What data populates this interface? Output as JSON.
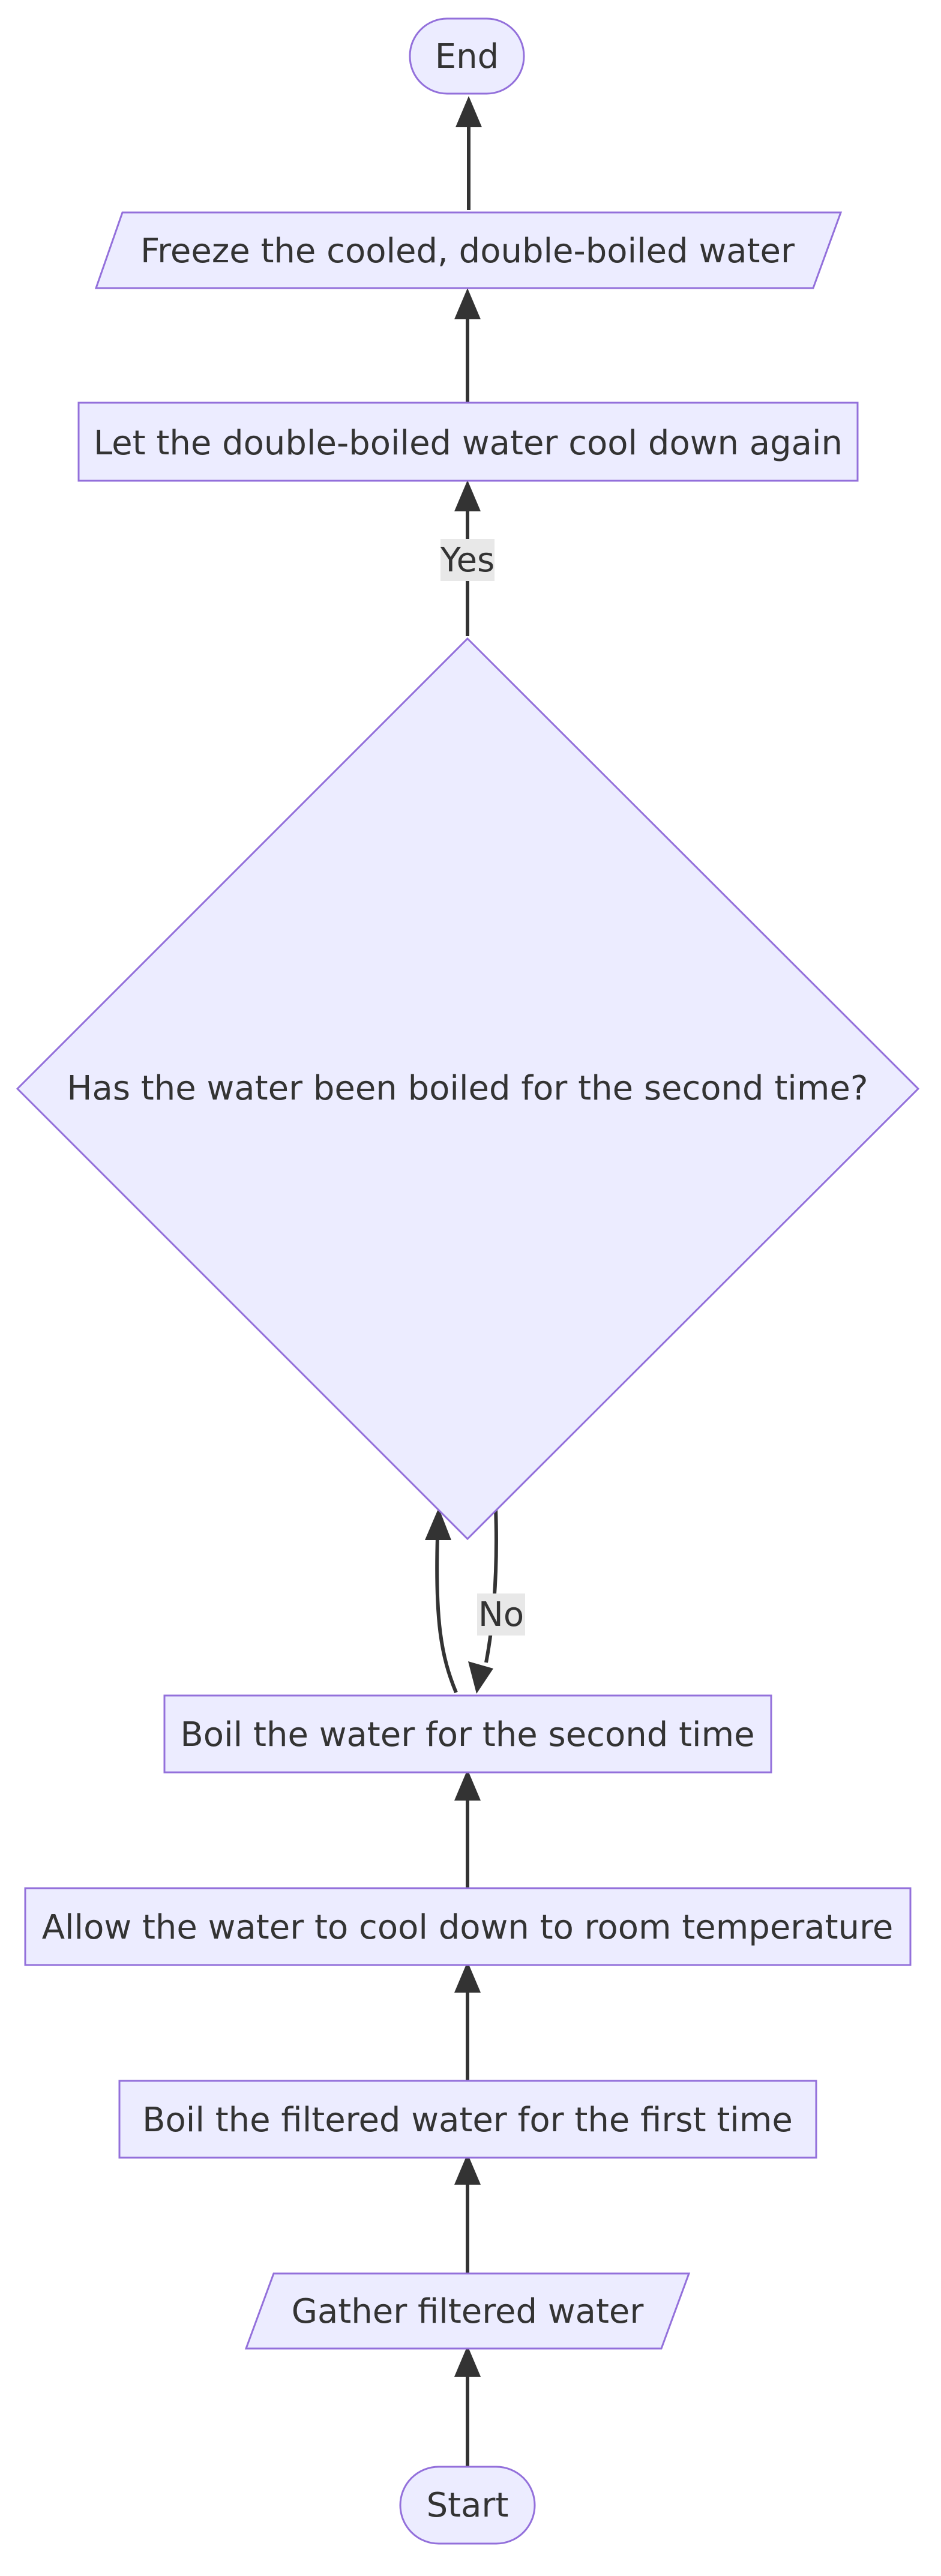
{
  "diagram": {
    "nodes": {
      "end": "End",
      "freeze": "Freeze the cooled, double-boiled water",
      "cool_again": "Let the double-boiled water cool down again",
      "decision": "Has the water been boiled for the second time?",
      "boil_second": "Boil the water for the second time",
      "cool_room": "Allow the water to cool down to room temperature",
      "boil_first": "Boil the filtered water for the first time",
      "gather": "Gather filtered water",
      "start": "Start"
    },
    "edge_labels": {
      "yes": "Yes",
      "no": "No"
    },
    "colors": {
      "node_fill": "#ECECFF",
      "node_stroke": "#9370DB",
      "edge": "#333333",
      "label_bg": "#E8E8E8"
    }
  }
}
